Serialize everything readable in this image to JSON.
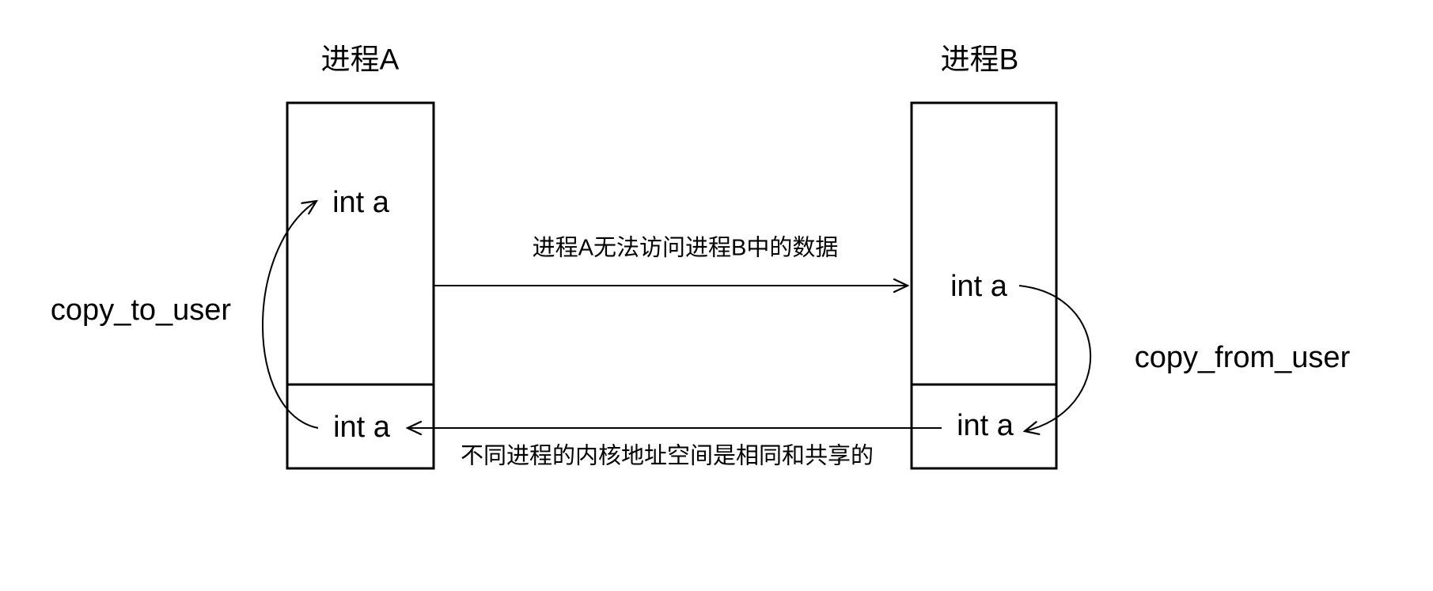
{
  "diagram": {
    "process_a": {
      "title": "进程A",
      "user_space_var": "int a",
      "kernel_space_var": "int a"
    },
    "process_b": {
      "title": "进程B",
      "user_space_var": "int a",
      "kernel_space_var": "int a"
    },
    "annotations": {
      "copy_to_user": "copy_to_user",
      "copy_from_user": "copy_from_user",
      "isolation_caption": "进程A无法访问进程B中的数据",
      "shared_kernel_caption": "不同进程的内核地址空间是相同和共享的"
    },
    "colors": {
      "line": "#000000",
      "text": "#000000",
      "background": "#ffffff"
    }
  }
}
